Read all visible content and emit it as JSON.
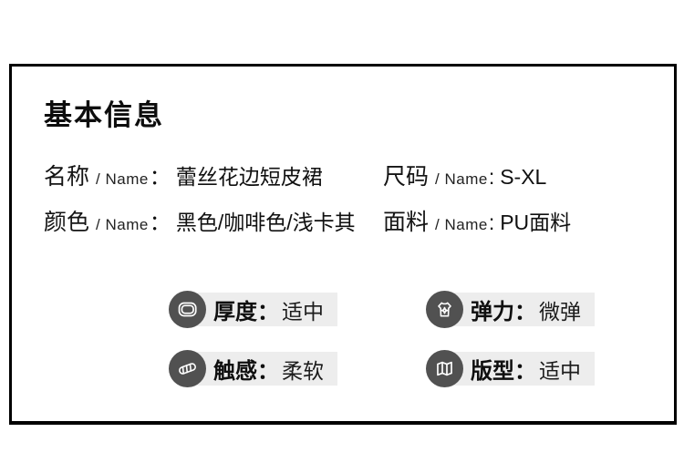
{
  "card": {
    "title": "基本信息",
    "info_rows": [
      {
        "label_cn": "名称",
        "label_en": "/ Name",
        "colon": "：",
        "value": "蕾丝花边短皮裙"
      },
      {
        "label_cn": "尺码",
        "label_en": "/ Name",
        "colon": ":",
        "value": "S-XL"
      },
      {
        "label_cn": "颜色",
        "label_en": "/ Name",
        "colon": "：",
        "value": "黑色/咖啡色/浅卡其"
      },
      {
        "label_cn": "面料",
        "label_en": "/ Name",
        "colon": ":",
        "value": "PU面料"
      }
    ],
    "badges": [
      {
        "icon": "thickness-icon",
        "label": "厚度：",
        "value": "适中"
      },
      {
        "icon": "elasticity-icon",
        "label": "弹力：",
        "value": "微弹"
      },
      {
        "icon": "touch-icon",
        "label": "触感：",
        "value": "柔软"
      },
      {
        "icon": "fit-icon",
        "label": "版型：",
        "value": "适中"
      }
    ],
    "colors": {
      "border": "#000000",
      "icon_circle": "#515151",
      "badge_bg": "#ededed",
      "text": "#111111"
    }
  }
}
